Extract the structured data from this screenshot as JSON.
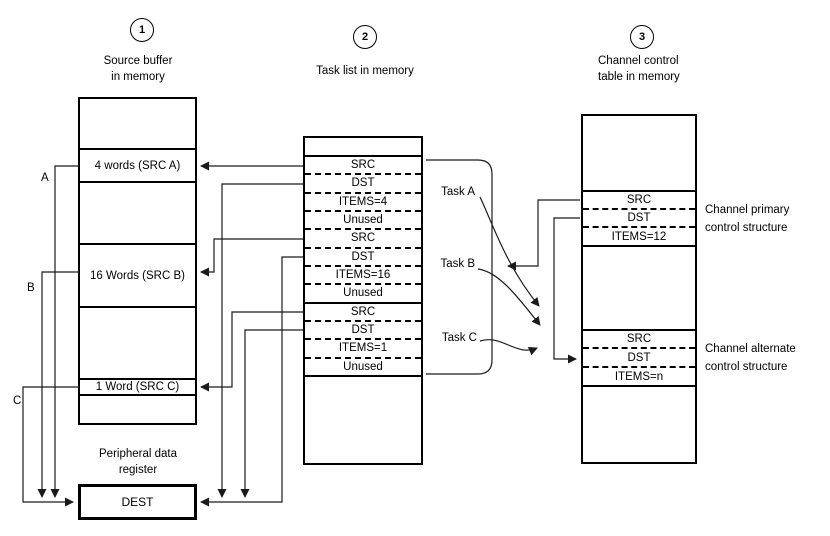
{
  "steps": {
    "one": "1",
    "two": "2",
    "three": "3"
  },
  "source": {
    "title1": "Source buffer",
    "title2": "in memory",
    "row_a": "4 words (SRC A)",
    "row_b": "16 Words (SRC B)",
    "row_c": "1 Word (SRC C)"
  },
  "peripheral": {
    "title1": "Peripheral data",
    "title2": "register",
    "dest": "DEST"
  },
  "tasklist": {
    "title": "Task list in memory",
    "rows": [
      "SRC",
      "DST",
      "ITEMS=4",
      "Unused",
      "SRC",
      "DST",
      "ITEMS=16",
      "Unused",
      "SRC",
      "DST",
      "ITEMS=1",
      "Unused"
    ]
  },
  "channel": {
    "title1": "Channel control",
    "title2": "table in memory",
    "primary": [
      "SRC",
      "DST",
      "ITEMS=12"
    ],
    "alternate": [
      "SRC",
      "DST",
      "ITEMS=n"
    ],
    "primary_caption1": "Channel primary",
    "primary_caption2": "control structure",
    "alternate_caption1": "Channel alternate",
    "alternate_caption2": "control structure"
  },
  "labels": {
    "a": "A",
    "b": "B",
    "c": "C",
    "task_a": "Task A",
    "task_b": "Task B",
    "task_c": "Task C"
  },
  "colors": {
    "line": "#1a1a1a",
    "border": "#000000",
    "background": "#ffffff"
  }
}
